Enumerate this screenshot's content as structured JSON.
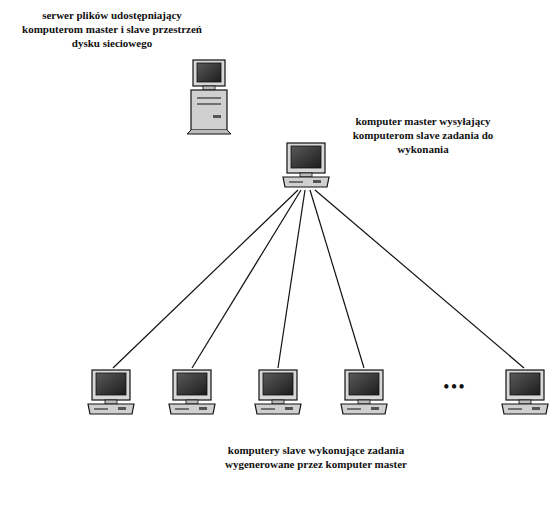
{
  "diagram": {
    "labels": [
      "serwer plików udostępniający komputerom master i slave przestrzeń dysku sieciowego",
      "komputer master wysyłający komputerom slave zadania do wykonania",
      "•••",
      "komputery slave wykonujące zadania wygenerowane przez komputer master"
    ]
  }
}
